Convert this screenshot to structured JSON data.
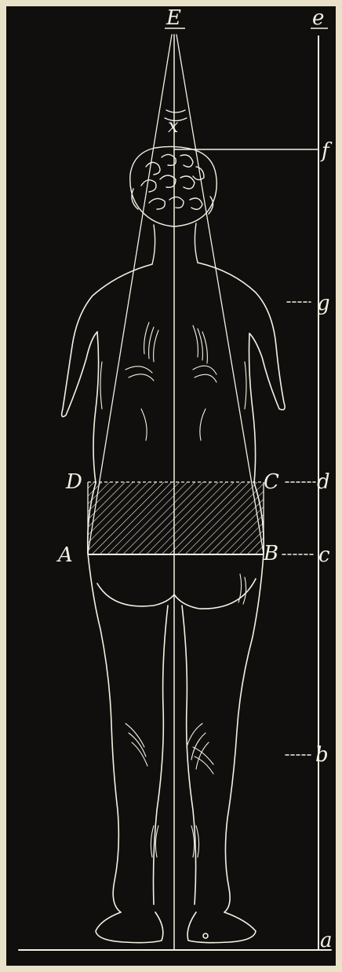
{
  "figure": {
    "labels": {
      "E": "E",
      "e": "e",
      "x": "x",
      "f": "f",
      "g": "g",
      "D": "D",
      "C": "C",
      "d": "d",
      "A": "A",
      "B": "B",
      "c": "c",
      "b": "b",
      "a": "a"
    },
    "colors": {
      "background": "#100f0d",
      "paper": "#e9e2c8",
      "line": "#f4f0e4"
    }
  }
}
